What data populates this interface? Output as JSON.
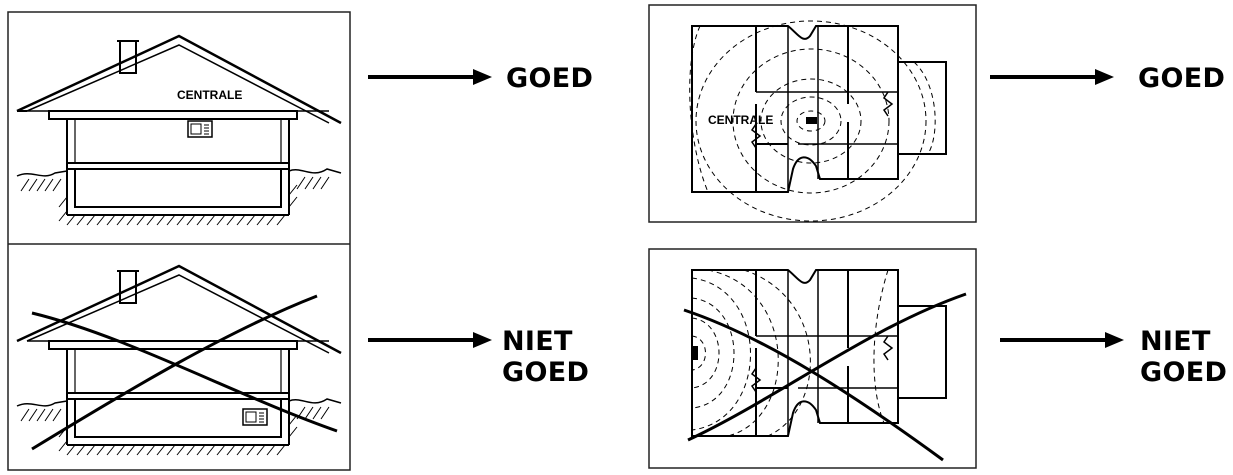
{
  "labels": {
    "unit_house_good": "CENTRALE",
    "unit_plan_good": "CENTRALE"
  },
  "verdicts": {
    "good_left": "GOED",
    "good_right": "GOED",
    "bad_left_line1": "NIET",
    "bad_left_line2": "GOED",
    "bad_right_line1": "NIET",
    "bad_right_line2": "GOED"
  },
  "colors": {
    "ink": "#000000",
    "paper": "#ffffff",
    "frame": "#222222"
  }
}
